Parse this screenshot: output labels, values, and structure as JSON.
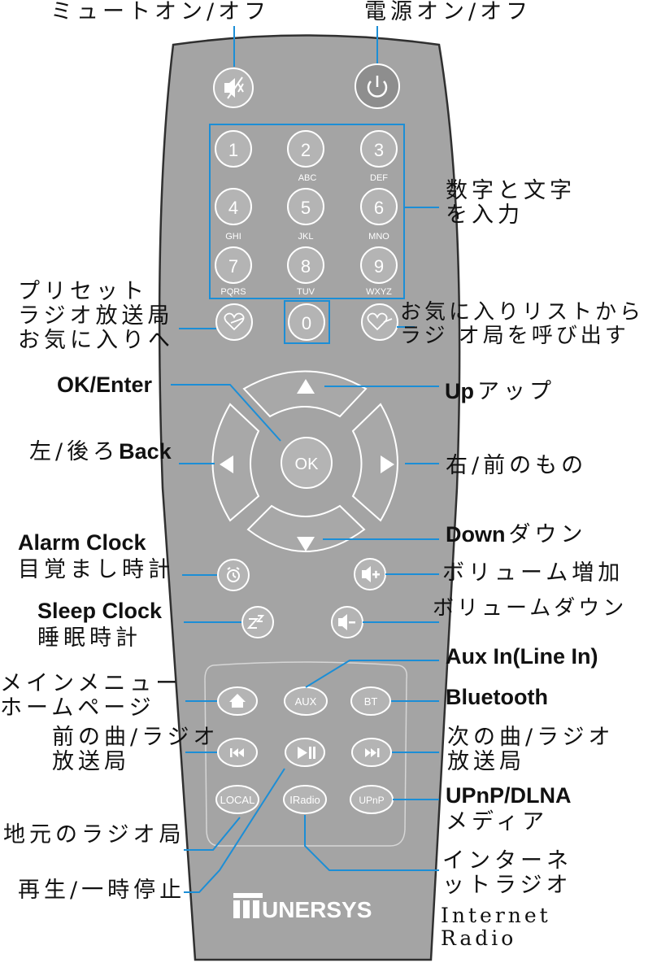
{
  "labels": {
    "mute": "ミュートオン/オフ",
    "power": "電源オン/オフ",
    "numbers": "数字と文字\nを入力",
    "preset": "プリセット\nラジオ放送局\nお気に入りへ",
    "recall": "お気に入りリストから\nラジ オ局を呼び出す",
    "ok_enter": "OK/Enter",
    "up": "Up",
    "up_jp": "アップ",
    "left_back_jp": "左/後ろ",
    "left_back_en": "Back",
    "right": "右/前のもの",
    "down": "Down",
    "down_jp": "ダウン",
    "alarm_en": "Alarm Clock",
    "alarm_jp": "目覚まし時計",
    "vol_up": "ボリューム増加",
    "sleep_en": "Sleep Clock",
    "sleep_jp": "睡眠時計",
    "vol_down": "ボリュームダウン",
    "aux": "Aux In(Line In)",
    "menu": "メインメニュー\nホームページ",
    "bluetooth": "Bluetooth",
    "prev": "前の曲/ラジオ\n放送局",
    "next": "次の曲/ラジオ\n放送局",
    "upnp_en": "UPnP/DLNA",
    "upnp_jp": "メディア",
    "local": "地元のラジオ局",
    "play_pause": "再生/一時停止",
    "iradio_jp": "インターネ\nットラジオ",
    "iradio_en": "Internet\nRadio"
  },
  "keys": {
    "digits": [
      "1",
      "2",
      "3",
      "4",
      "5",
      "6",
      "7",
      "8",
      "9",
      "0"
    ],
    "letters": [
      "ABC",
      "DEF",
      "GHI",
      "JKL",
      "MNO",
      "PQRS",
      "TUV",
      "WXYZ"
    ],
    "ok": "OK",
    "aux": "AUX",
    "bt": "BT",
    "local": "LOCAL",
    "iradio": "IRadio",
    "upnp": "UPnP"
  },
  "brand": "UNERSYS",
  "colors": {
    "body": "#a4a4a4",
    "outline": "#303030",
    "button": "#b4b4b4",
    "power": "#8e8e8e",
    "callout": "#1c8ed6"
  }
}
